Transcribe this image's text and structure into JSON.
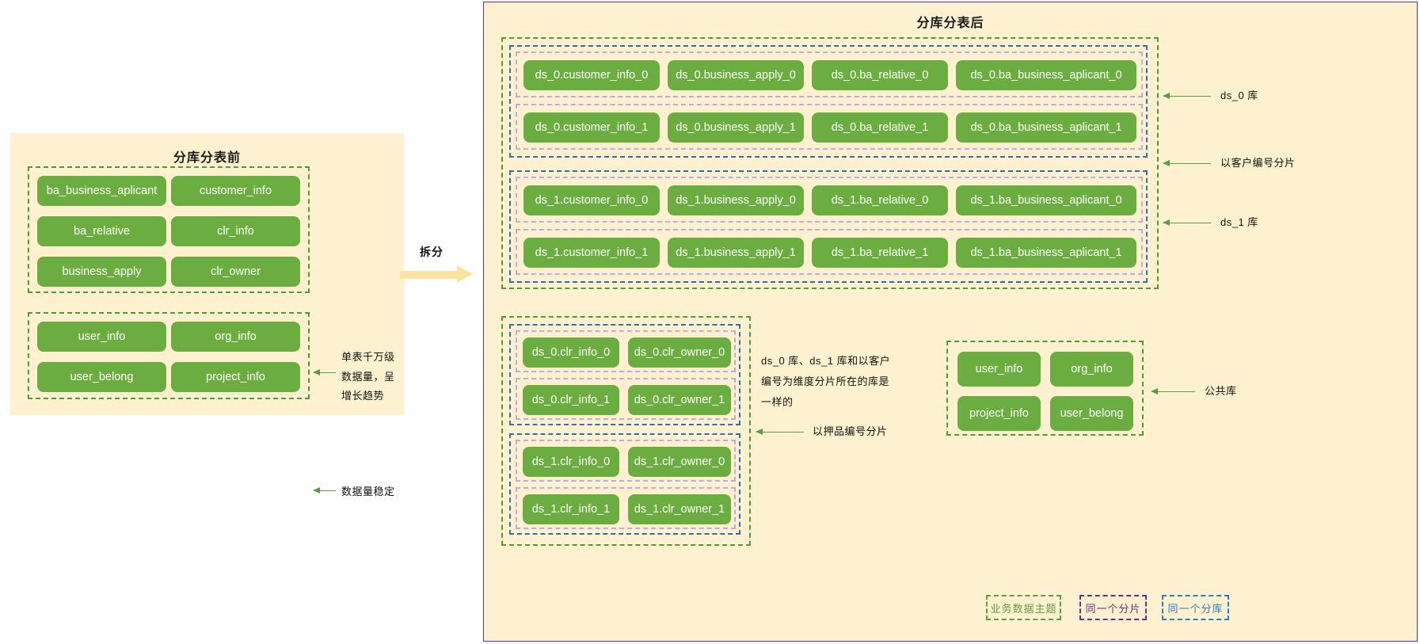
{
  "left_panel": {
    "title": "分库分表前",
    "group_growing": {
      "cells": [
        "ba_business_aplicant",
        "customer_info",
        "ba_relative",
        "clr_info",
        "business_apply",
        "clr_owner"
      ],
      "annotation": "单表千万级数据量，呈增长趋势"
    },
    "group_stable": {
      "cells": [
        "user_info",
        "org_info",
        "user_belong",
        "project_info"
      ],
      "annotation": "数据量稳定"
    }
  },
  "split": {
    "label": "拆分"
  },
  "right_panel": {
    "title": "分库分表后",
    "customer_section": {
      "ds0": {
        "row0": [
          "ds_0.customer_info_0",
          "ds_0.business_apply_0",
          "ds_0.ba_relative_0",
          "ds_0.ba_business_aplicant_0"
        ],
        "row1": [
          "ds_0.customer_info_1",
          "ds_0.business_apply_1",
          "ds_0.ba_relative_1",
          "ds_0.ba_business_aplicant_1"
        ],
        "label": "ds_0 库"
      },
      "ds1": {
        "row0": [
          "ds_1.customer_info_0",
          "ds_1.business_apply_0",
          "ds_1.ba_relative_0",
          "ds_1.ba_business_aplicant_0"
        ],
        "row1": [
          "ds_1.customer_info_1",
          "ds_1.business_apply_1",
          "ds_1.ba_relative_1",
          "ds_1.ba_business_aplicant_1"
        ],
        "label": "ds_1 库"
      },
      "shard_label": "以客户编号分片"
    },
    "collateral_section": {
      "ds0": {
        "row0": [
          "ds_0.clr_info_0",
          "ds_0.clr_owner_0"
        ],
        "row1": [
          "ds_0.clr_info_1",
          "ds_0.clr_owner_1"
        ]
      },
      "ds1": {
        "row0": [
          "ds_1.clr_info_0",
          "ds_1.clr_owner_0"
        ],
        "row1": [
          "ds_1.clr_info_1",
          "ds_1.clr_owner_1"
        ]
      },
      "note": "ds_0 库、ds_1 库和以客户编号为维度分片所在的库是一样的",
      "shard_label": "以押品编号分片"
    },
    "public_section": {
      "cells": [
        "user_info",
        "org_info",
        "project_info",
        "user_belong"
      ],
      "label": "公共库"
    },
    "legend": [
      {
        "text": "业务数据主题",
        "color": "#5e9c3f"
      },
      {
        "text": "同一个分片",
        "color": "#6b2d86"
      },
      {
        "text": "同一个分库",
        "color": "#2f7cc0"
      }
    ]
  },
  "colors": {
    "panel_bg": "#fdf1cf",
    "table_green": "#6cad42",
    "border_green": "#4f9a36",
    "border_blue": "#2f6fae",
    "border_purple": "#c6a8e0",
    "panel_outline": "#6b2d86",
    "arrow_yellow": "#fde3a0"
  }
}
